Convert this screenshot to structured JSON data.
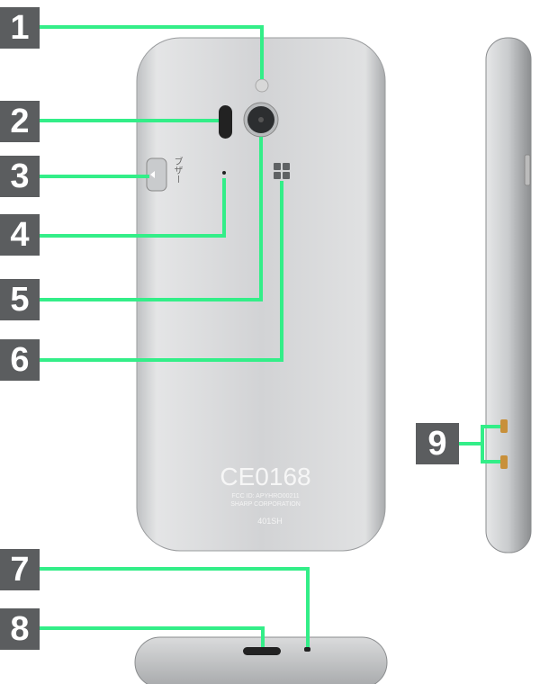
{
  "callouts": [
    "1",
    "2",
    "3",
    "4",
    "5",
    "6",
    "7",
    "8",
    "9"
  ],
  "phone_back": {
    "buzzer_label": "ブザー",
    "ce_mark": "CE0168",
    "fcc_id": "FCC ID: APYHRO00211",
    "manufacturer": "SHARP CORPORATION",
    "model": "401SH"
  },
  "colors": {
    "callout_line": "#33ee88",
    "callout_box": "#5b5d5f"
  }
}
